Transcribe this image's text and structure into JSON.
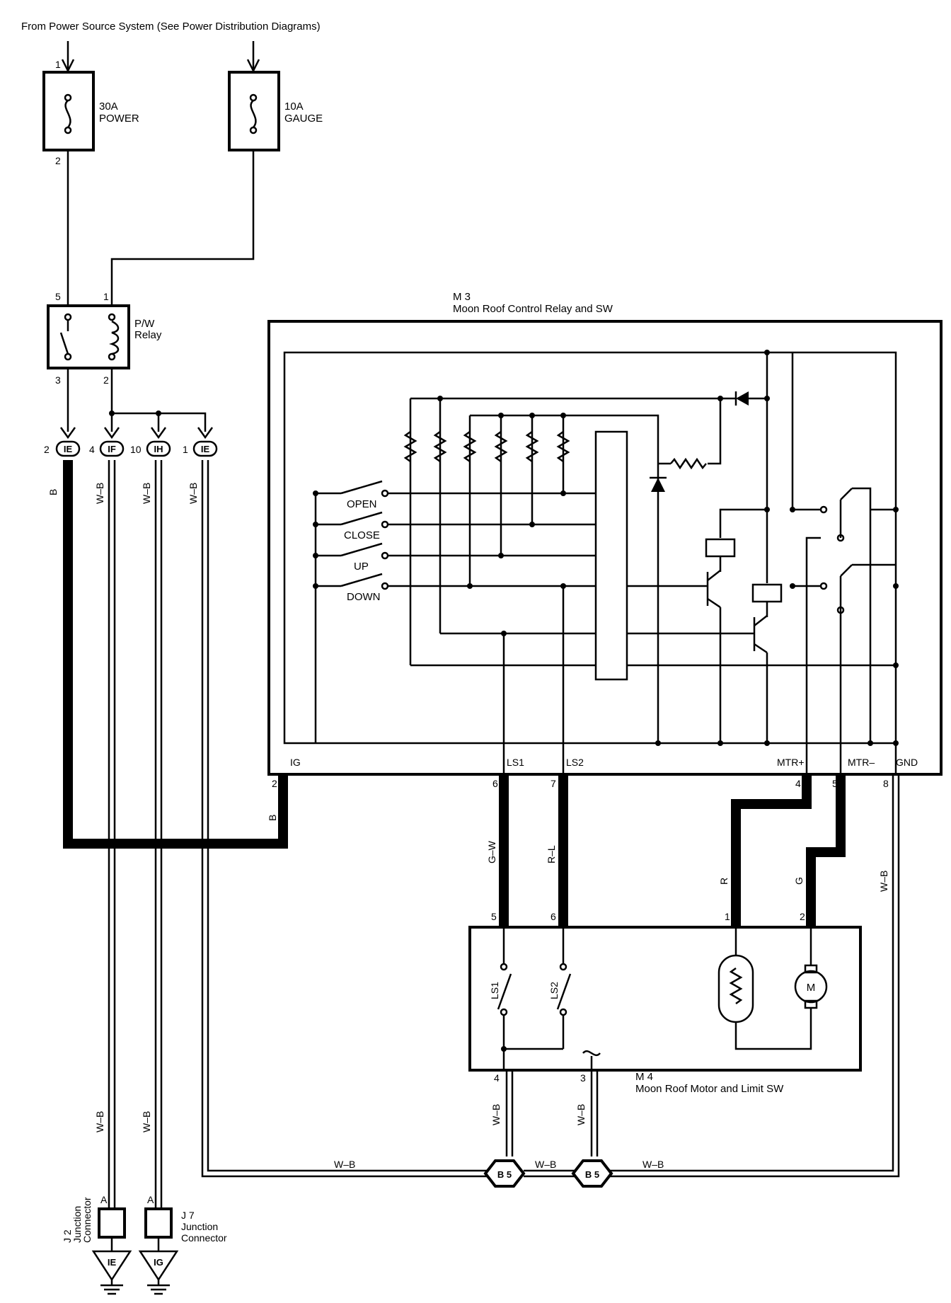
{
  "header": {
    "source_note": "From Power Source System (See Power Distribution Diagrams)"
  },
  "fuses": [
    {
      "rating": "30A",
      "name": "POWER",
      "pin_in": "1",
      "pin_out": "2"
    },
    {
      "rating": "10A",
      "name": "GAUGE"
    }
  ],
  "pw_relay": {
    "name": "P/W",
    "name2": "Relay",
    "pins": {
      "sw_in": "5",
      "coil_in": "1",
      "sw_out": "3",
      "coil_out": "2"
    }
  },
  "connectors": [
    {
      "code": "IE",
      "pin": "2",
      "wire": "B"
    },
    {
      "code": "IF",
      "pin": "4",
      "wire": "W–B"
    },
    {
      "code": "IH",
      "pin": "10",
      "wire": "W–B"
    },
    {
      "code": "IE",
      "pin": "1",
      "wire": "W–B"
    }
  ],
  "m3": {
    "code": "M 3",
    "name": "Moon Roof Control Relay and SW",
    "switches": [
      "OPEN",
      "CLOSE",
      "UP",
      "DOWN"
    ],
    "terminals": [
      {
        "name": "IG",
        "pin": "2"
      },
      {
        "name": "LS1",
        "pin": "6"
      },
      {
        "name": "LS2",
        "pin": "7"
      },
      {
        "name": "MTR+",
        "pin": "4"
      },
      {
        "name": "MTR–",
        "pin": "5"
      },
      {
        "name": "GND",
        "pin": "8"
      }
    ]
  },
  "m4": {
    "code": "M 4",
    "name": "Moon Roof Motor and Limit SW",
    "pins": {
      "ls1": "5",
      "ls2": "6",
      "mtr_plus": "1",
      "mtr_minus": "2",
      "gnd_left": "4",
      "gnd_right": "3"
    },
    "switch_labels": [
      "LS1",
      "LS2"
    ],
    "motor_label": "M"
  },
  "wires": {
    "ig": "B",
    "ls1": "G–W",
    "ls2": "R–L",
    "mtr_plus": "R",
    "mtr_minus": "G",
    "gnd": "W–B",
    "j_left": "W–B",
    "j_right": "W–B",
    "m4_left": "W–B",
    "m4_right": "W–B",
    "bottom_left": "W–B",
    "bottom_mid": "W–B",
    "bottom_right": "W–B"
  },
  "splices": [
    "B 5",
    "B 5"
  ],
  "junctions": [
    {
      "code": "J 2",
      "name": "Junction",
      "name2": "Connector",
      "pin": "A",
      "ground": "IE"
    },
    {
      "code": "J 7",
      "name": "Junction",
      "name2": "Connector",
      "pin": "A",
      "ground": "IG"
    }
  ]
}
